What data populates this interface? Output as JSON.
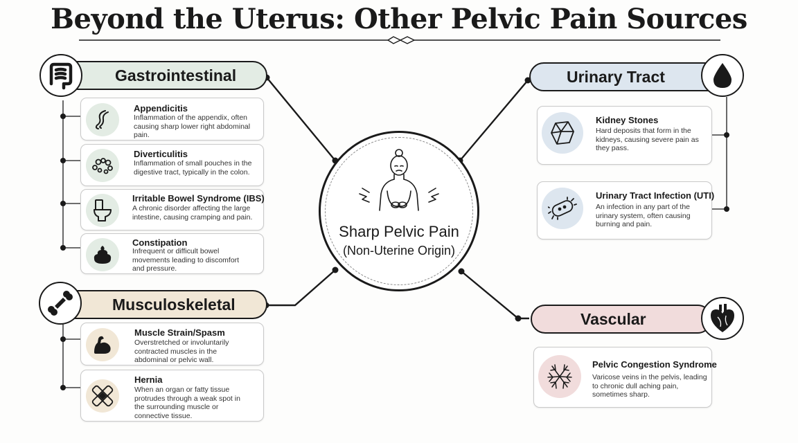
{
  "title": "Beyond the Uterus: Other Pelvic Pain Sources",
  "center": {
    "line1": "Sharp Pelvic Pain",
    "line2": "(Non-Uterine Origin)",
    "icon": "woman-pain-icon"
  },
  "colors": {
    "gi": "#e3ece4",
    "urinary": "#dde6ef",
    "musc": "#f1e7d6",
    "vascular": "#f1dcdc",
    "line": "#1a1a1a"
  },
  "categories": {
    "gastrointestinal": {
      "label": "Gastrointestinal",
      "icon": "intestine-icon",
      "items": [
        {
          "title": "Appendicitis",
          "desc": "Inflammation of the appendix, often causing sharp lower right abdominal pain.",
          "icon": "appendix-icon"
        },
        {
          "title": "Diverticulitis",
          "desc": "Inflammation of small pouches in the digestive tract, typically in the colon.",
          "icon": "colon-pouches-icon"
        },
        {
          "title": "Irritable Bowel Syndrome (IBS)",
          "desc": "A chronic disorder affecting the large intestine, causing cramping and pain.",
          "icon": "toilet-icon"
        },
        {
          "title": "Constipation",
          "desc": "Infrequent or difficult bowel movements leading to discomfort and pressure.",
          "icon": "stool-icon"
        }
      ]
    },
    "musculoskeletal": {
      "label": "Musculoskeletal",
      "icon": "bone-icon",
      "items": [
        {
          "title": "Muscle Strain/Spasm",
          "desc": "Overstretched or involuntarily contracted muscles in the abdominal or pelvic wall.",
          "icon": "flexed-arm-icon"
        },
        {
          "title": "Hernia",
          "desc": "When an organ or fatty tissue protrudes through a weak spot in the surrounding muscle or connective tissue.",
          "icon": "bandage-icon"
        }
      ]
    },
    "urinary": {
      "label": "Urinary Tract",
      "icon": "droplet-icon",
      "items": [
        {
          "title": "Kidney Stones",
          "desc": "Hard deposits that form in the kidneys, causing severe pain as they pass.",
          "icon": "crystal-icon"
        },
        {
          "title": "Urinary Tract Infection (UTI)",
          "desc": "An infection in any part of the urinary system, often causing burning and pain.",
          "icon": "bacteria-icon"
        }
      ]
    },
    "vascular": {
      "label": "Vascular",
      "icon": "heart-icon",
      "items": [
        {
          "title": "Pelvic Congestion Syndrome",
          "desc": "Varicose veins in the pelvis, leading to chronic dull aching pain, sometimes sharp.",
          "icon": "veins-icon"
        }
      ]
    }
  }
}
